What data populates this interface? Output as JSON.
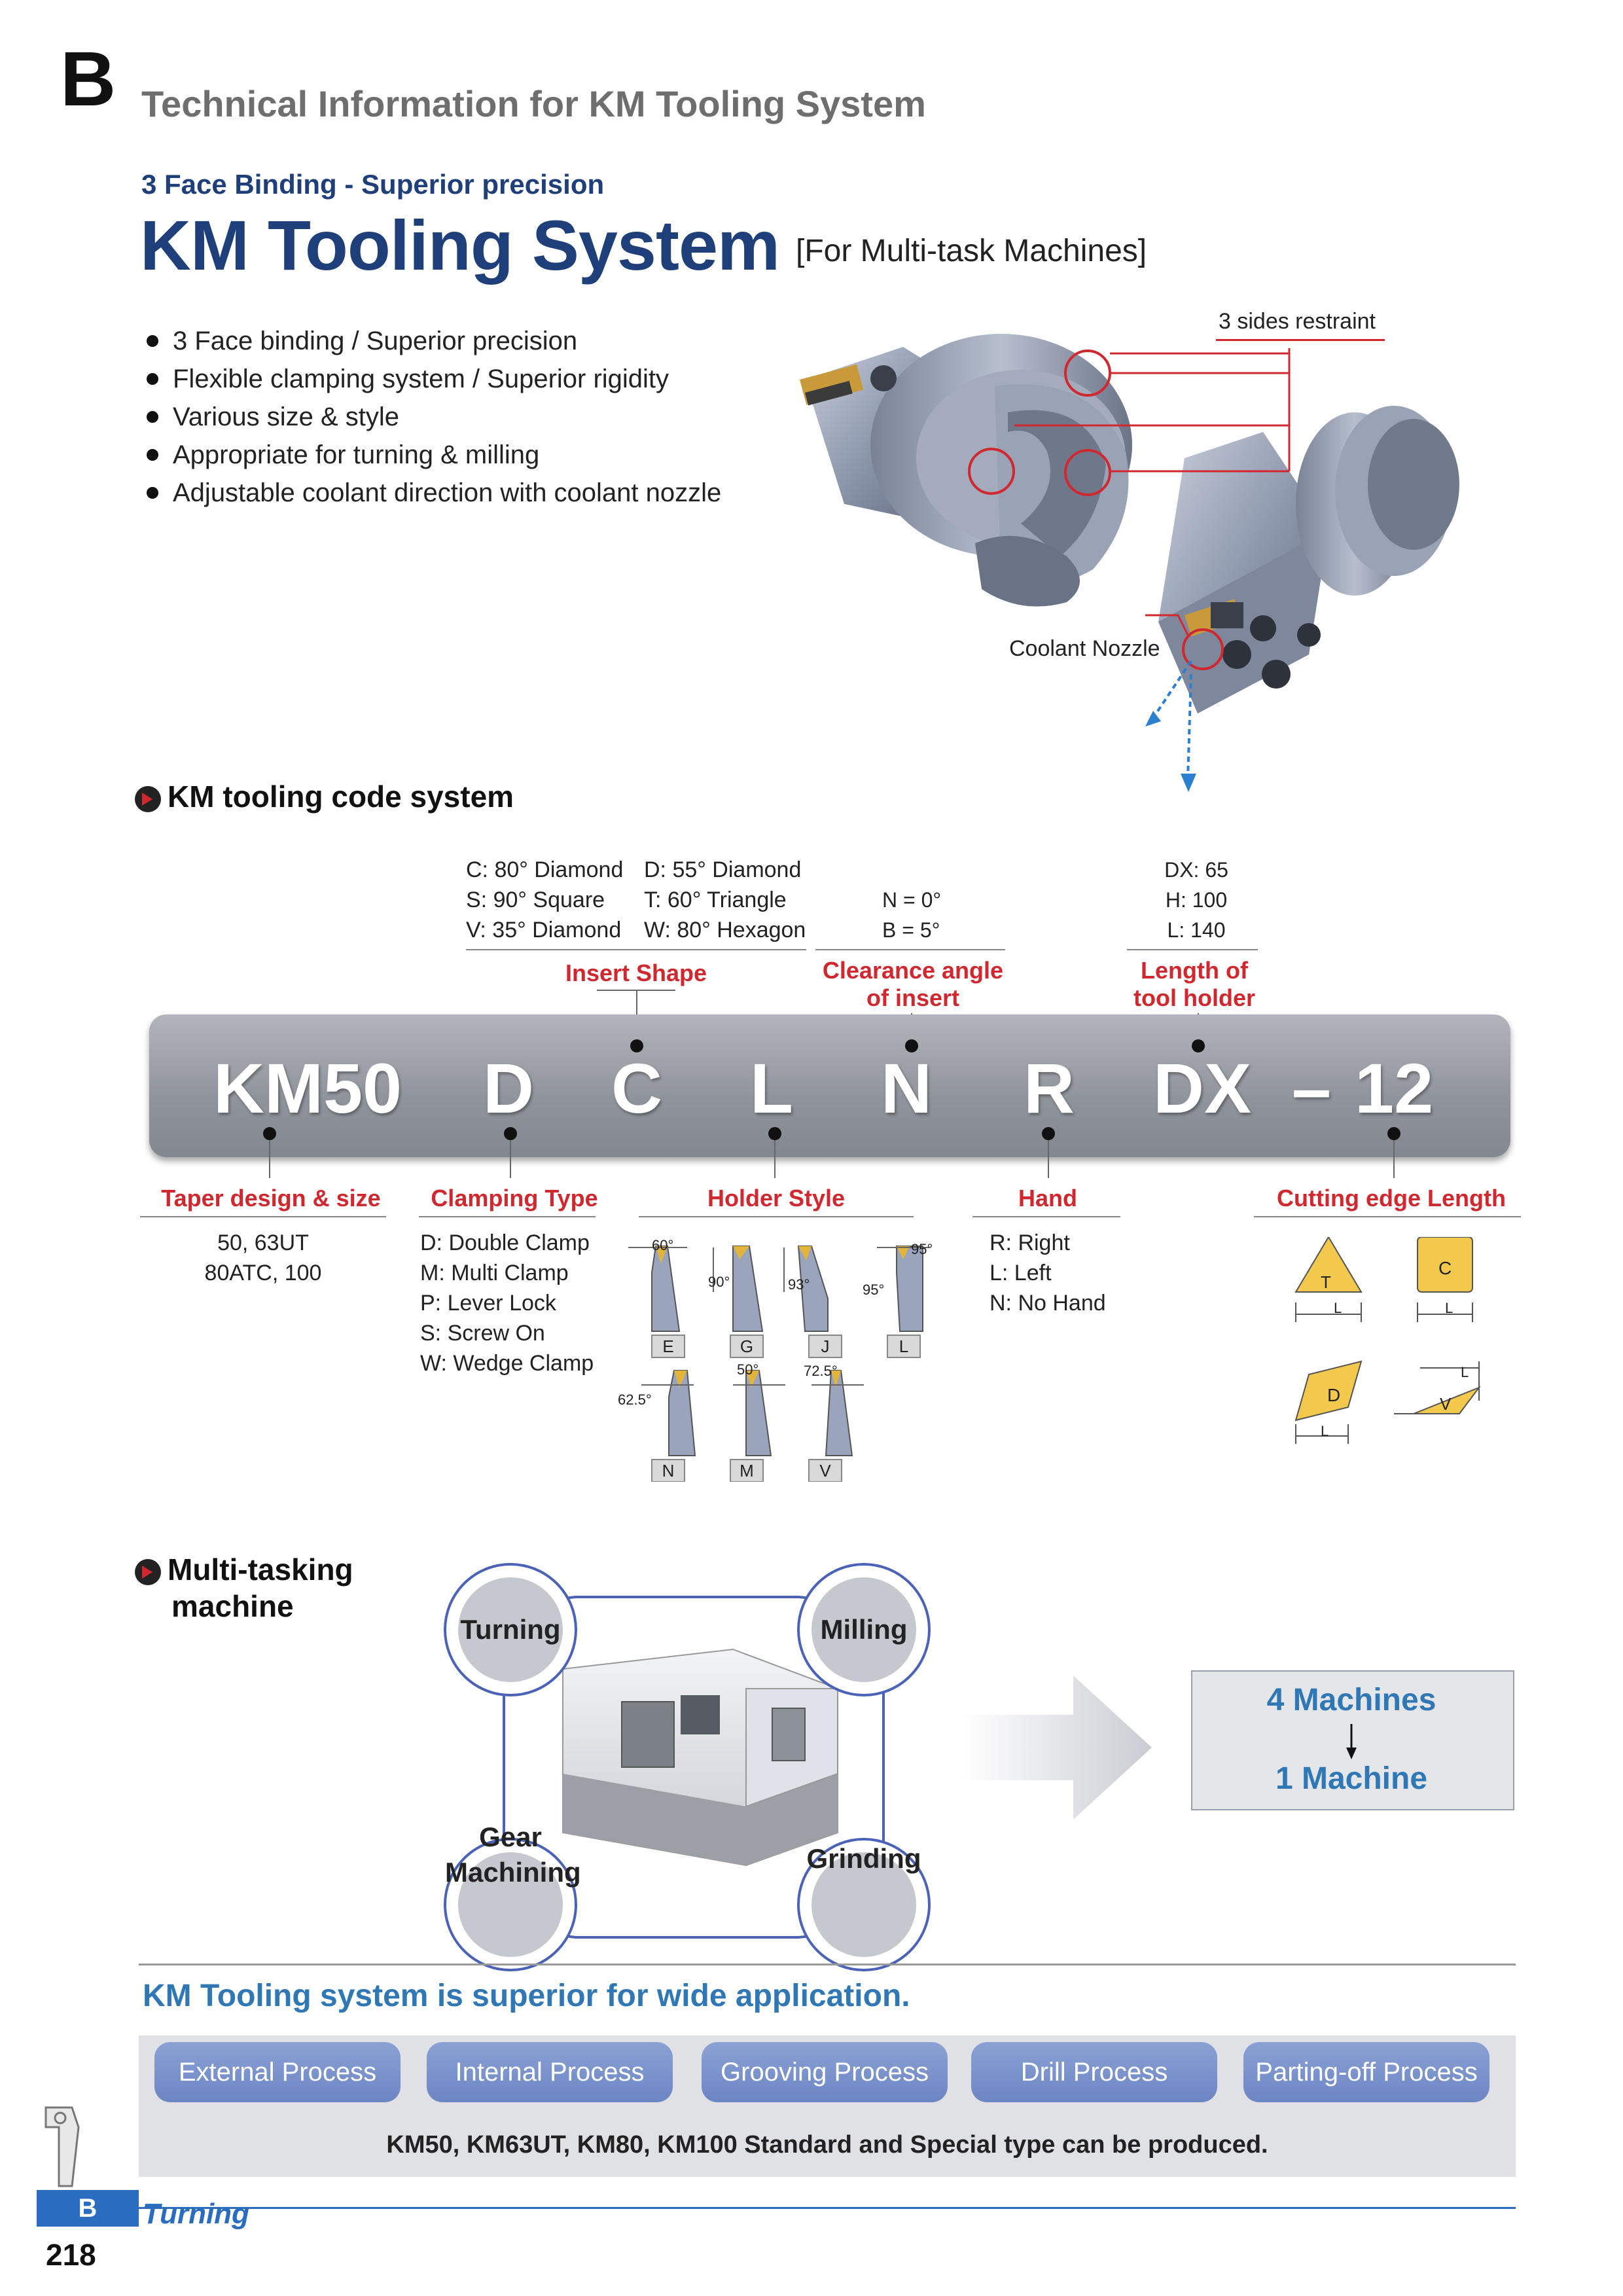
{
  "header": {
    "section_letter": "B",
    "title": "Technical Information for KM Tooling System"
  },
  "intro": {
    "subtitle": "3 Face Binding - Superior precision",
    "main_title": "KM Tooling System",
    "main_title_note": "[For Multi-task Machines]",
    "features": [
      "3 Face binding / Superior precision",
      "Flexible clamping system / Superior rigidity",
      "Various size & style",
      "Appropriate for turning & milling",
      "Adjustable coolant direction with coolant nozzle"
    ],
    "image_labels": {
      "restraint": "3 sides restraint",
      "nozzle": "Coolant Nozzle"
    }
  },
  "code_system": {
    "heading": "KM tooling code system",
    "insert_shape_options": [
      [
        "C: 80° Diamond",
        "D: 55° Diamond"
      ],
      [
        "S: 90° Square",
        "T: 60° Triangle"
      ],
      [
        "V: 35° Diamond",
        "W: 80° Hexagon"
      ]
    ],
    "clearance_options": [
      "N = 0°",
      "B = 5°"
    ],
    "length_options": [
      "DX: 65",
      "H: 100",
      "L: 140"
    ],
    "labels": {
      "insert_shape": "Insert Shape",
      "clearance_line1": "Clearance angle",
      "clearance_line2": "of insert",
      "length_line1": "Length of",
      "length_line2": "tool holder",
      "taper": "Taper design & size",
      "clamping": "Clamping Type",
      "holder_style": "Holder Style",
      "hand": "Hand",
      "cutting_edge": "Cutting edge Length"
    },
    "code_parts": [
      "KM50",
      "D",
      "C",
      "L",
      "N",
      "R",
      "DX",
      "–",
      "12"
    ],
    "taper_values": [
      "50, 63UT",
      "80ATC, 100"
    ],
    "clamping_values": [
      "D: Double Clamp",
      "M: Multi Clamp",
      "P: Lever Lock",
      "S: Screw On",
      "W: Wedge Clamp"
    ],
    "hand_values": [
      "R: Right",
      "L: Left",
      "N: No Hand"
    ],
    "holder_styles_row1": [
      {
        "code": "E",
        "angle": "60°"
      },
      {
        "code": "G",
        "angle": "90°"
      },
      {
        "code": "J",
        "angle": "93°"
      },
      {
        "code": "L",
        "angle": "95°",
        "angle2": "95°"
      }
    ],
    "holder_styles_row2": [
      {
        "code": "N",
        "angle": "62.5°"
      },
      {
        "code": "M",
        "angle": "50°"
      },
      {
        "code": "V",
        "angle": "72.5°"
      }
    ],
    "insert_icons": {
      "t": "T",
      "c": "C",
      "d": "D",
      "v": "V",
      "length": "L"
    }
  },
  "multitask": {
    "heading_line1": "Multi-tasking",
    "heading_line2": "machine",
    "processes": [
      "Turning",
      "Milling",
      "Gear Machining",
      "Grinding"
    ],
    "gear_line1": "Gear",
    "gear_line2": "Machining",
    "result_line1": "4 Machines",
    "result_line2": "1 Machine"
  },
  "application": {
    "title": "KM Tooling system is superior for wide application.",
    "processes": [
      "External Process",
      "Internal Process",
      "Grooving Process",
      "Drill Process",
      "Parting-off Process"
    ],
    "note": "KM50, KM63UT, KM80, KM100 Standard and Special type can be produced."
  },
  "footer": {
    "tab_letter": "B",
    "category": "Turning",
    "page_number": "218"
  },
  "colors": {
    "navy": "#1f3f7a",
    "red": "#d0282e",
    "blue": "#2f77b5",
    "pill": "#7b93cc",
    "codebar": "#989ba3",
    "footer_tab": "#2a6cc0"
  }
}
